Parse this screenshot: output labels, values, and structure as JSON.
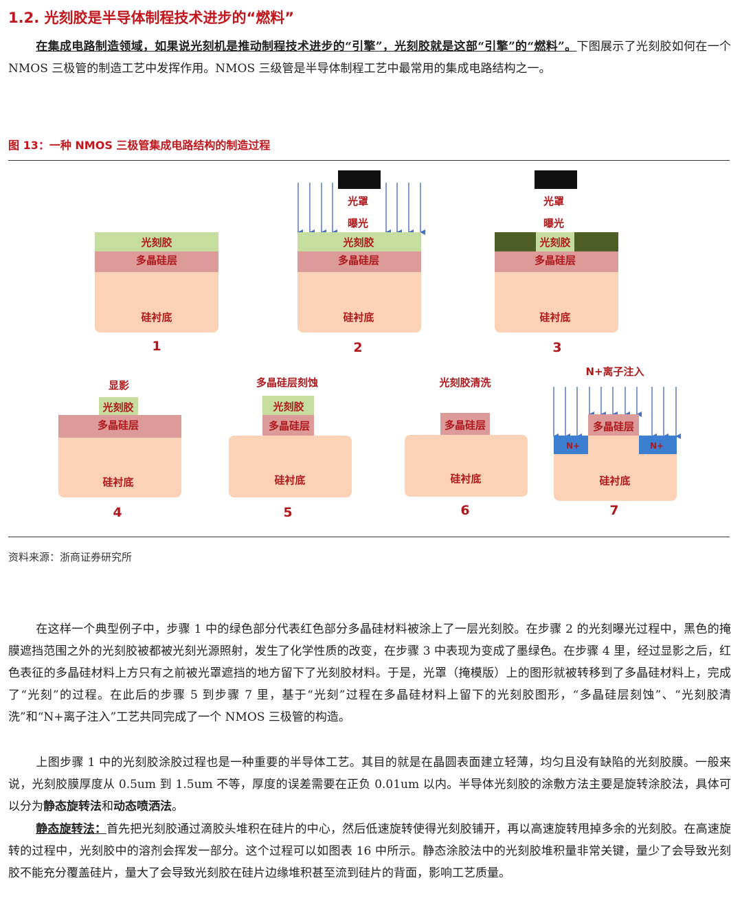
{
  "section": {
    "title": "1.2. 光刻胶是半导体制程技术进步的“燃料”"
  },
  "intro": {
    "lead": "在集成电路制造领域，如果说光刻机是推动制程技术进步的“引擎”，光刻胶就是这部“引擎”的“燃料”。",
    "rest": "下图展示了光刻胶如何在一个 NMOS 三极管的制造工艺中发挥作用。NMOS 三级管是半导体制程工艺中最常用的集成电路结构之一。"
  },
  "figure": {
    "title": "图 13：一种 NMOS 三极管集成电路结构的制造过程",
    "labels": {
      "photoresist": "光刻胶",
      "polysilicon": "多晶硅层",
      "substrate": "硅衬底",
      "mask": "光罩",
      "exposure": "曝光",
      "develop": "显影",
      "etch": "多晶硅层刻蚀",
      "strip": "光刻胶清洗",
      "implant": "N+离子注入",
      "nplus": "N+"
    },
    "steps": [
      "1",
      "2",
      "3",
      "4",
      "5",
      "6",
      "7"
    ],
    "colors": {
      "photoresist": "#c5dea0",
      "exposed_resist": "#4d5e26",
      "polysilicon": "#dc9a98",
      "substrate": "#fbd2b5",
      "mask": "#111111",
      "arrows": "#4a6fbf",
      "nplus": "#3c7fd1",
      "label_text": "#b0191c"
    }
  },
  "source": "资料来源：浙商证券研究所",
  "body": {
    "p1": "在这样一个典型例子中，步骤 1 中的绿色部分代表红色部分多晶硅材料被涂上了一层光刻胶。在步骤 2 的光刻曝光过程中，黑色的掩膜遮挡范围之外的光刻胶被都被光刻光源照射，发生了化学性质的改变，在步骤 3 中表现为变成了墨绿色。在步骤 4 里，经过显影之后，红色表征的多晶硅材料上方只有之前被光罩遮挡的地方留下了光刻胶材料。于是，光罩（掩模版）上的图形就被转移到了多晶硅材料上，完成了“光刻”的过程。在此后的步骤 5 到步骤 7 里，基于“光刻”过程在多晶硅材料上留下的光刻胶图形，“多晶硅层刻蚀”、“光刻胶清洗”和“N+离子注入”工艺共同完成了一个 NMOS 三极管的构造。",
    "p2a": "上图步骤 1 中的光刻胶涂胶过程也是一种重要的半导体工艺。其目的就是在晶圆表面建立轻薄，均匀且没有缺陷的光刻胶膜。一般来说，光刻胶膜厚度从 0.5um 到 1.5um 不等，厚度的误差需要在正负 0.01um 以内。半导体光刻胶的涂敷方法主要是旋转涂胶法，具体可以分为",
    "p2b": "静态旋转法",
    "p2c": "和",
    "p2d": "动态喷洒法",
    "p2e": "。",
    "p3a": "静态旋转法：",
    "p3b": "首先把光刻胶通过滴胶头堆积在硅片的中心，然后低速旋转使得光刻胶铺开，再以高速旋转甩掉多余的光刻胶。在高速旋转的过程中，光刻胶中的溶剂会挥发一部分。这个过程可以如图表 16 中所示。静态涂胶法中的光刻胶堆积量非常关键，量少了会导致光刻胶不能充分覆盖硅片，量大了会导致光刻胶在硅片边缘堆积甚至流到硅片的背面，影响工艺质量。"
  }
}
